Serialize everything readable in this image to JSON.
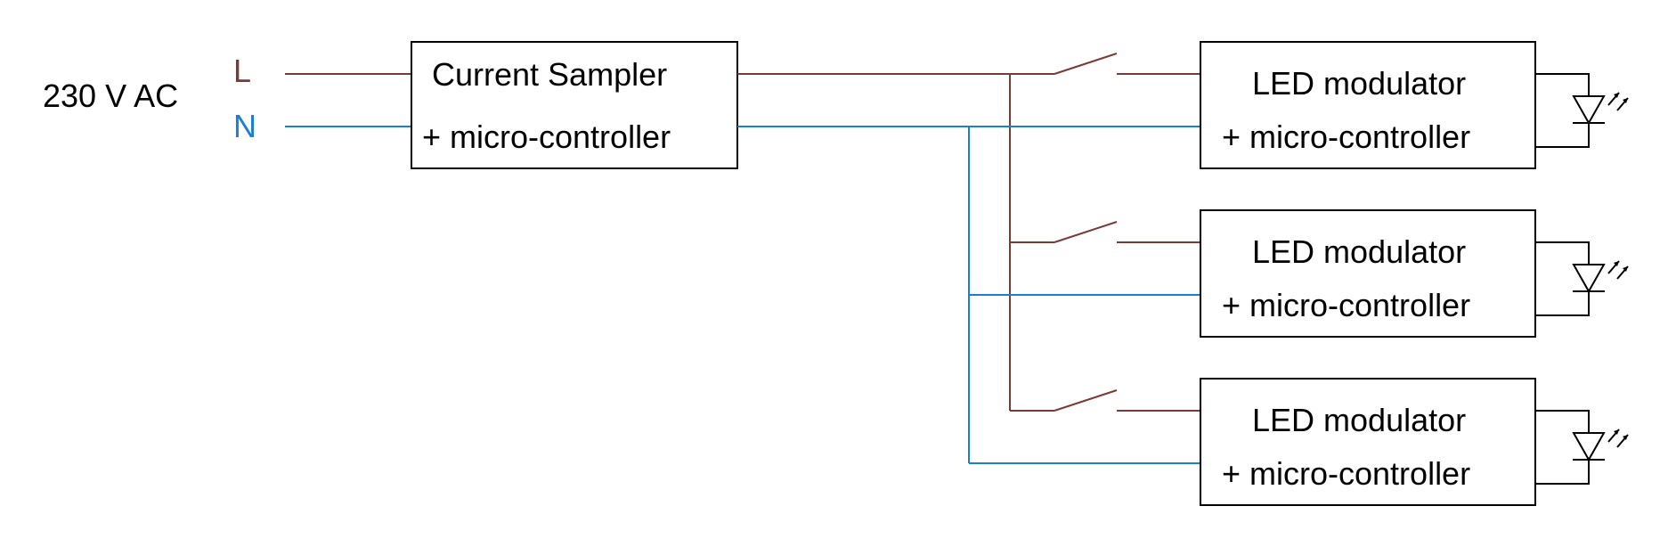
{
  "supply": {
    "voltage_label": "230 V AC",
    "line_label": "L",
    "neutral_label": "N"
  },
  "colors": {
    "line_wire": "#7a3a36",
    "neutral_wire": "#1b7fd6",
    "outline": "#000000"
  },
  "sampler": {
    "line1": "Current Sampler",
    "line2": "+ micro-controller"
  },
  "modulators": [
    {
      "line1": "LED modulator",
      "line2": "+ micro-controller"
    },
    {
      "line1": "LED modulator",
      "line2": "+ micro-controller"
    },
    {
      "line1": "LED modulator",
      "line2": "+ micro-controller"
    }
  ],
  "icons": {
    "switch": "switch-icon",
    "led": "led-icon"
  }
}
